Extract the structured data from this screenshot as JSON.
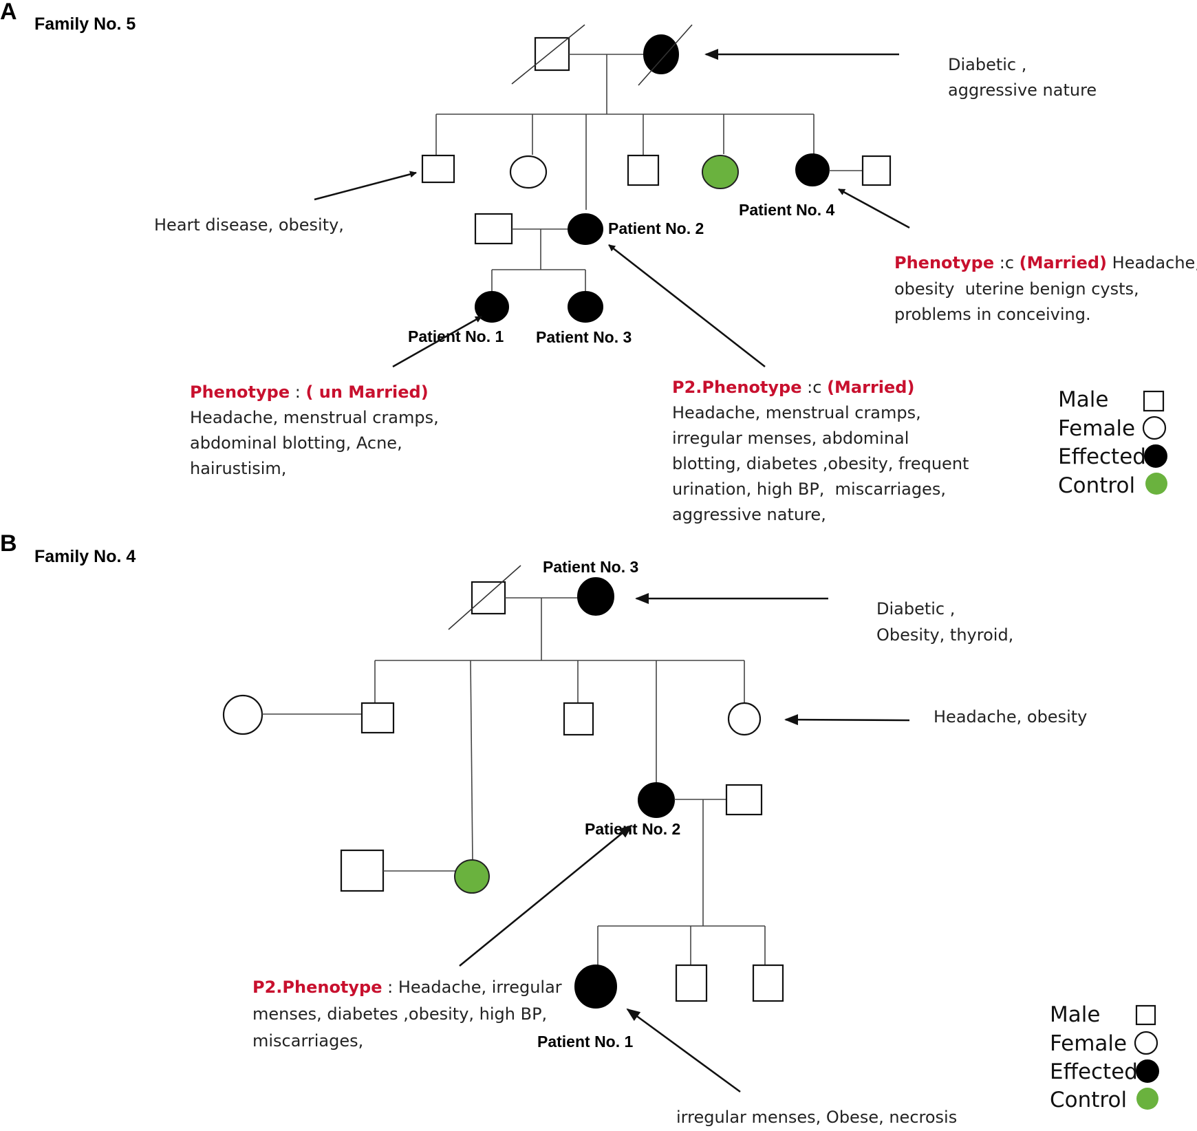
{
  "panel_a": {
    "letter": "A",
    "family_title": "Family No. 5",
    "grandmother_note": [
      "Diabetic ,",
      "aggressive nature"
    ],
    "son_note": "Heart disease, obesity,",
    "patient_2": "Patient No. 2",
    "patient_4": "Patient No. 4",
    "patient_1": "Patient No. 1",
    "patient_3": "Patient No. 3",
    "p4_phenotype": {
      "label": "Phenotype",
      "sep": " :c ",
      "status": "(Married)",
      "line1_rest": " Headache,",
      "line2": "obesity  uterine benign cysts,",
      "line3": "problems in conceiving."
    },
    "p1_phenotype": {
      "label": "Phenotype",
      "sep": " : ",
      "status": "( un Married)",
      "line2": "Headache, menstrual cramps,",
      "line3": "abdominal blotting, Acne,",
      "line4": "hairustisim,"
    },
    "p2_phenotype": {
      "label": "P2.Phenotype",
      "sep": " :c ",
      "status": "(Married)",
      "line2": "Headache, menstrual cramps,",
      "line3": "irregular menses, abdominal",
      "line4": "blotting, diabetes ,obesity, frequent",
      "line5": "urination, high BP,  miscarriages,",
      "line6": "aggressive nature,"
    },
    "legend": {
      "male": "Male",
      "female": "Female",
      "effected": "Effected",
      "control": "Control"
    }
  },
  "panel_b": {
    "letter": "B",
    "family_title": "Family No. 4",
    "patient_3": "Patient No. 3",
    "grandmother_note": [
      "Diabetic ,",
      "Obesity, thyroid,"
    ],
    "daughter_note": "Headache, obesity",
    "patient_2": "Patient No. 2",
    "patient_1": "Patient No. 1",
    "p2_phenotype": {
      "label": "P2.Phenotype",
      "line1_rest": " : Headache, irregular",
      "line2": "menses, diabetes ,obesity, high BP,",
      "line3": "miscarriages,"
    },
    "p1_note": "irregular menses, Obese, necrosis",
    "legend": {
      "male": "Male",
      "female": "Female",
      "effected": "Effected",
      "control": "Control"
    }
  },
  "colors": {
    "affected": "#000000",
    "control": "#6ab23e",
    "phenotype_label": "#c8102e"
  }
}
